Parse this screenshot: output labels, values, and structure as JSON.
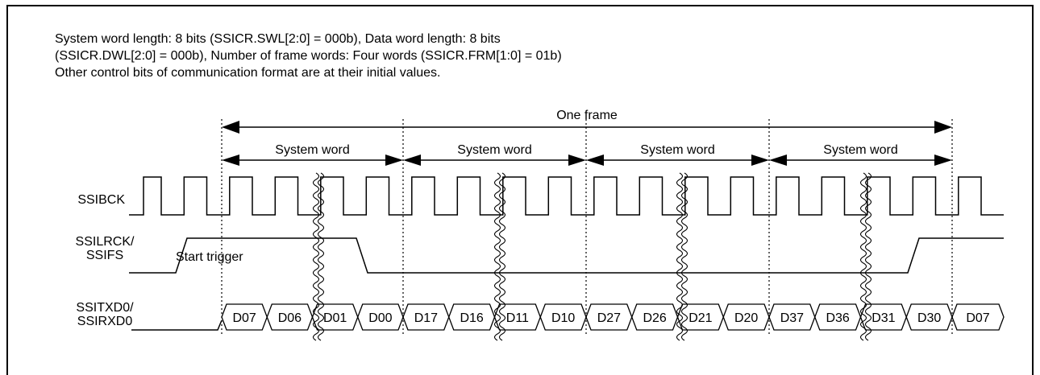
{
  "description": {
    "line1": "System word length: 8 bits (SSICR.SWL[2:0] = 000b), Data word length: 8 bits",
    "line2": "(SSICR.DWL[2:0] = 000b), Number of frame words: Four words (SSICR.FRM[1:0] = 01b)",
    "line3": "Other control bits of communication format are at their initial values."
  },
  "frame_label": "One frame",
  "system_word_label": "System word",
  "signals": {
    "clock": "SSIBCK",
    "lrck_line1": "SSILRCK/",
    "lrck_line2": "SSIFS",
    "data_line1": "SSITXD0/",
    "data_line2": "SSIRXD0"
  },
  "start_trigger_label": "Start trigger",
  "data_words": [
    "D07",
    "D06",
    "D01",
    "D00",
    "D17",
    "D16",
    "D11",
    "D10",
    "D27",
    "D26",
    "D21",
    "D20",
    "D37",
    "D36",
    "D31",
    "D30",
    "D07"
  ]
}
